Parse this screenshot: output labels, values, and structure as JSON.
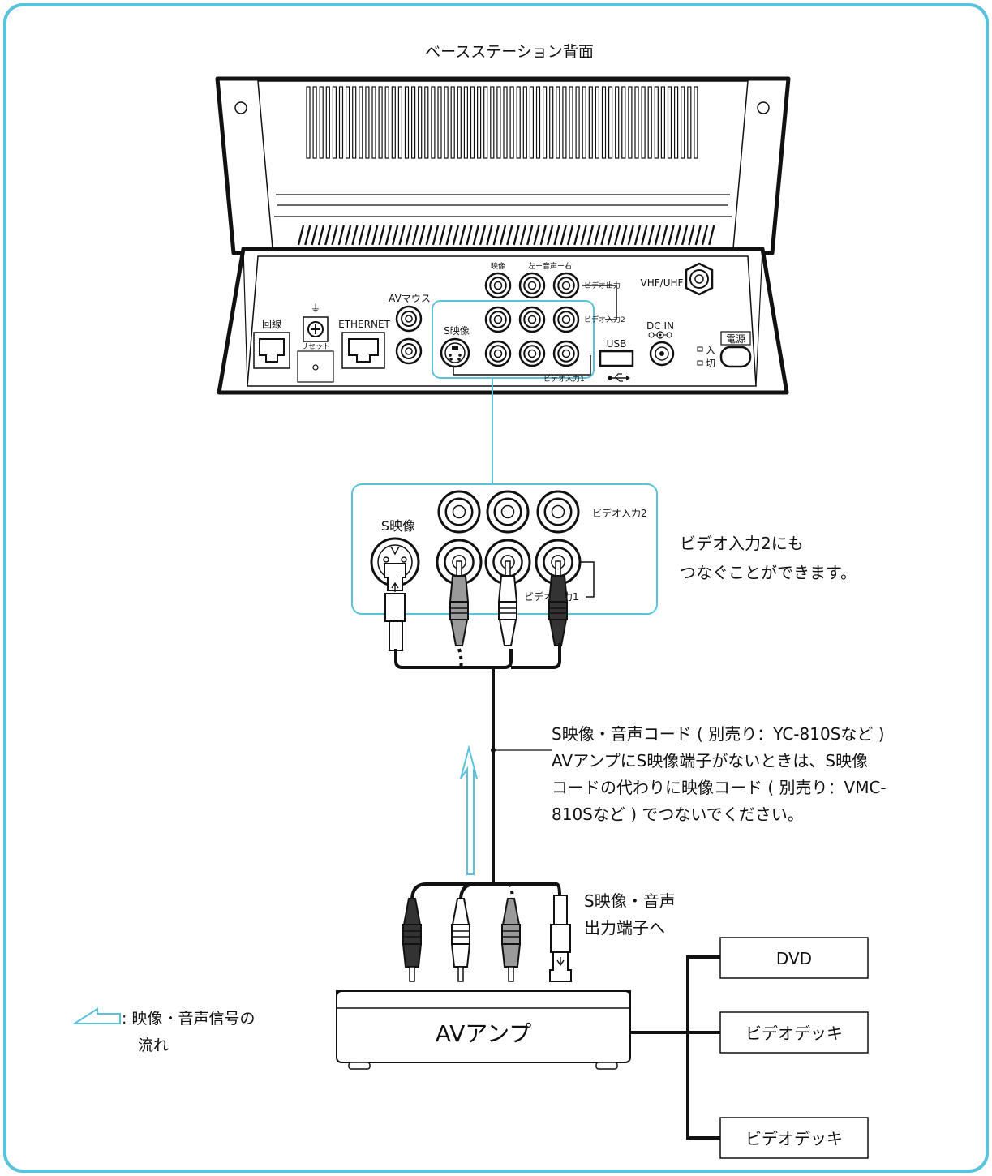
{
  "title": "ベースステーション背面",
  "rear_panel": {
    "line_label": "回線",
    "ground_symbol": "⏚",
    "reset_label": "リセット",
    "ethernet_label": "ETHERNET",
    "av_mouse_label": "AVマウス",
    "video_label": "映像",
    "audio_label": "左ー音声ー右",
    "video_out_label": "ビデオ出力",
    "video_in2_label": "ビデオ入力2",
    "vhf_uhf_label": "VHF/UHF",
    "s_video_label": "S映像",
    "video_in1_label": "ビデオ入力1",
    "usb_label": "USB",
    "dc_in_label": "DC IN",
    "power_label": "電源",
    "power_on_label": "入",
    "power_off_label": "切"
  },
  "zoom_panel": {
    "s_video_label": "S映像",
    "video_in2_label": "ビデオ入力2",
    "video_in1_label": "ビデオ入力1"
  },
  "notes": {
    "video_in2_line1": "ビデオ入力2にも",
    "video_in2_line2": "つなぐことができます。",
    "cord_line1": "S映像・音声コード ( 別売り：YC-810Sなど )",
    "cord_line2": "AVアンプにS映像端子がないときは、S映像",
    "cord_line3": "コードの代わりに映像コード ( 別売り：VMC-",
    "cord_line4": "810Sなど ) でつないでください。",
    "output_line1": "S映像・音声",
    "output_line2": "出力端子へ"
  },
  "devices": {
    "amp": "AVアンプ",
    "dvd": "DVD",
    "deck1": "ビデオデッキ",
    "deck2": "ビデオデッキ"
  },
  "legend": {
    "line1": ": 映像・音声信号の",
    "line2": "流れ"
  },
  "colors": {
    "accent": "#5bc2dc",
    "line": "#111111",
    "plug_dark": "#333333",
    "plug_gray": "#9a9a9a"
  }
}
